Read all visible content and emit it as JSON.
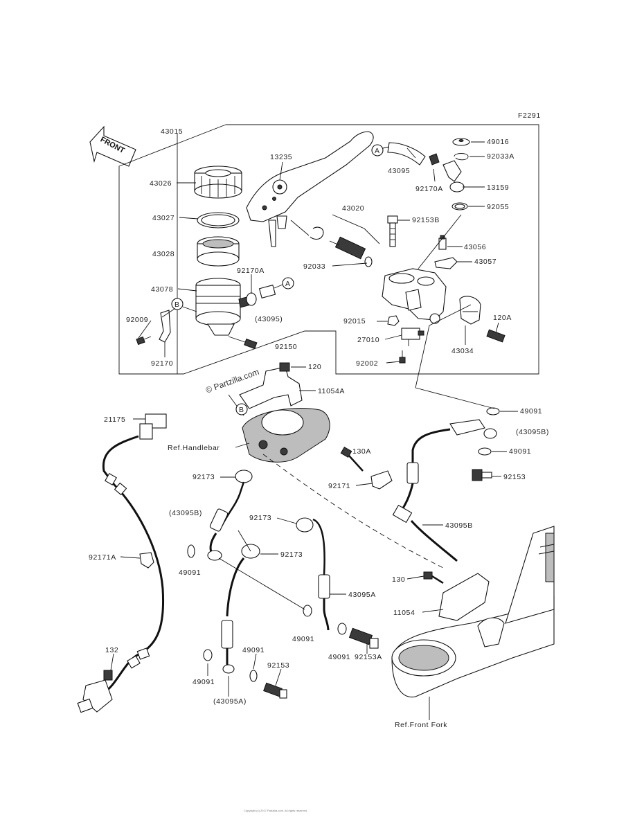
{
  "figure_code": "F2291",
  "front_arrow_label": "FRONT",
  "watermark": "© Partzilla.com",
  "labels": {
    "43015": "43015",
    "43026": "43026",
    "43027": "43027",
    "43028": "43028",
    "43078": "43078",
    "92009": "92009",
    "92170": "92170",
    "92170A_left": "92170A",
    "43095_paren": "(43095)",
    "92150": "92150",
    "13235": "13235",
    "43020": "43020",
    "92033": "92033",
    "43095": "43095",
    "92170A_right": "92170A",
    "49016": "49016",
    "92033A": "92033A",
    "13159": "13159",
    "92055": "92055",
    "92153B": "92153B",
    "43056": "43056",
    "43057": "43057",
    "92015": "92015",
    "27010": "27010",
    "92002": "92002",
    "43034": "43034",
    "120A": "120A",
    "120": "120",
    "11054A": "11054A",
    "49091_a": "49091",
    "43095B_paren_r": "(43095B)",
    "49091_b": "49091",
    "92153_r": "92153",
    "21175": "21175",
    "ref_handlebar": "Ref.Handlebar",
    "130A": "130A",
    "92173_a": "92173",
    "92171": "92171",
    "43095B_paren_l": "(43095B)",
    "92173_b": "92173",
    "92173_c": "92173",
    "43095B": "43095B",
    "92171A": "92171A",
    "49091_c": "49091",
    "43095A": "43095A",
    "130": "130",
    "11054": "11054",
    "49091_d": "49091",
    "49091_e": "49091",
    "92153A": "92153A",
    "132": "132",
    "49091_f": "49091",
    "49091_g": "49091",
    "92153_b": "92153",
    "43095A_paren": "(43095A)",
    "ref_front_fork": "Ref.Front Fork"
  },
  "callouts": {
    "a_top": "A",
    "a_mid": "A",
    "b": "B",
    "c": "B"
  },
  "footer": "Copyright (c) 2017 Partzilla.com. All rights reserved."
}
